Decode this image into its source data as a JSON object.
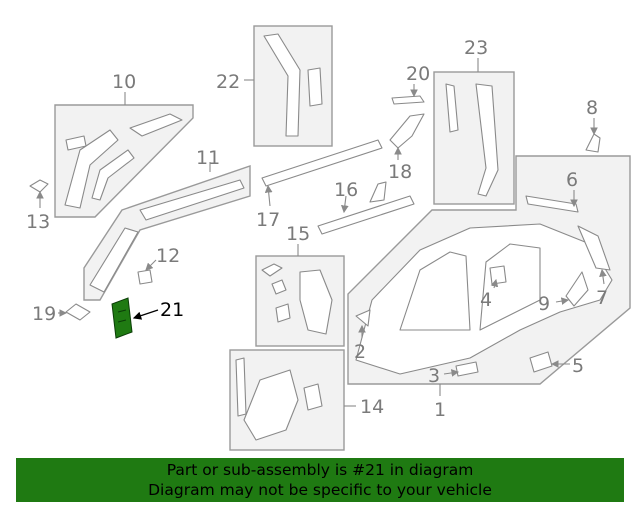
{
  "callouts": {
    "c1": "1",
    "c2": "2",
    "c3": "3",
    "c4": "4",
    "c5": "5",
    "c6": "6",
    "c7": "7",
    "c8": "8",
    "c9": "9",
    "c10": "10",
    "c11": "11",
    "c12": "12",
    "c13": "13",
    "c14": "14",
    "c15": "15",
    "c16": "16",
    "c17": "17",
    "c18": "18",
    "c19": "19",
    "c20": "20",
    "c21": "21",
    "c22": "22",
    "c23": "23"
  },
  "highlight": {
    "part_number": "21",
    "color": "#1f7a12"
  },
  "footer": {
    "line1": "Part or sub-assembly is #21 in diagram",
    "line2": "Diagram may not be specific to your vehicle"
  }
}
